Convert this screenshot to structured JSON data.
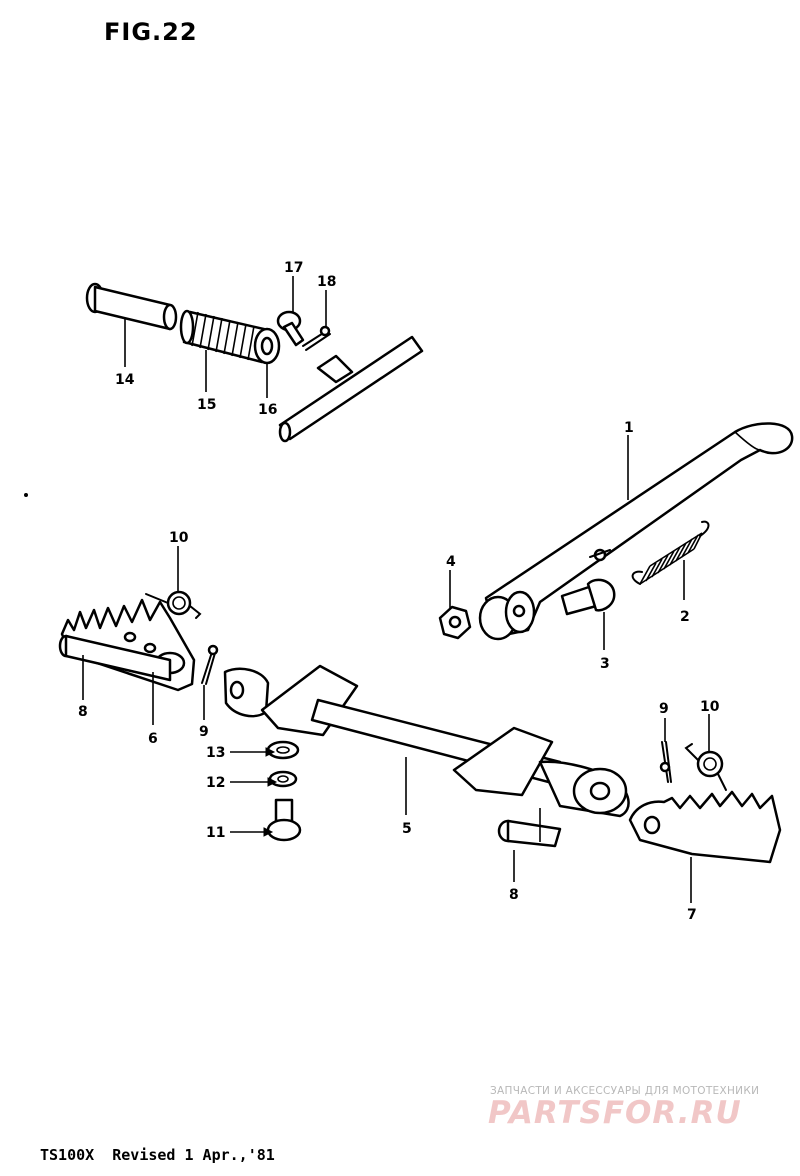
{
  "title": "FIG.22",
  "footer": "TS100X  Revised 1 Apr.,'81",
  "watermark": {
    "caption": "ЗАПЧАСТИ И АКСЕССУАРЫ ДЛЯ МОТОТЕХНИКИ",
    "logo": "PARTSFOR.RU"
  },
  "callouts": {
    "c1": "1",
    "c2": "2",
    "c3": "3",
    "c4": "4",
    "c5": "5",
    "c6": "6",
    "c7": "7",
    "c8a": "8",
    "c8b": "8",
    "c9a": "9",
    "c9b": "9",
    "c10a": "10",
    "c10b": "10",
    "c11": "11",
    "c12": "12",
    "c13": "13",
    "c14": "14",
    "c15": "15",
    "c16": "16",
    "c17": "17",
    "c18": "18"
  }
}
